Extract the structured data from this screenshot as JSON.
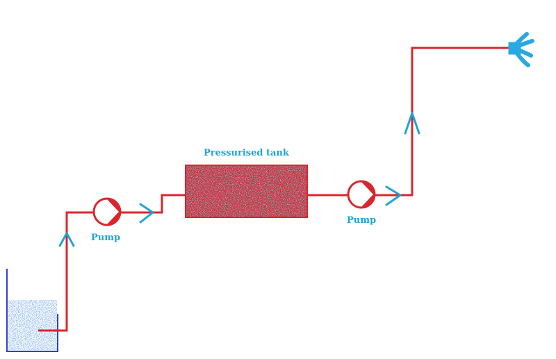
{
  "labels": {
    "pump_1": "Pump",
    "pump_2": "Pump",
    "tank": "Pressurised tank"
  },
  "colors": {
    "pipe": "#d8262c",
    "water": "#29a9e1",
    "flow_arrow": "#1fa3d6",
    "container": "#2a3fd6",
    "label": "#1fa3d6"
  },
  "icons": {
    "source": "water-container-icon",
    "pump": "pump-icon",
    "tank": "pressurised-tank-icon",
    "nozzle": "spray-nozzle-icon",
    "arrow": "flow-arrow-icon"
  }
}
